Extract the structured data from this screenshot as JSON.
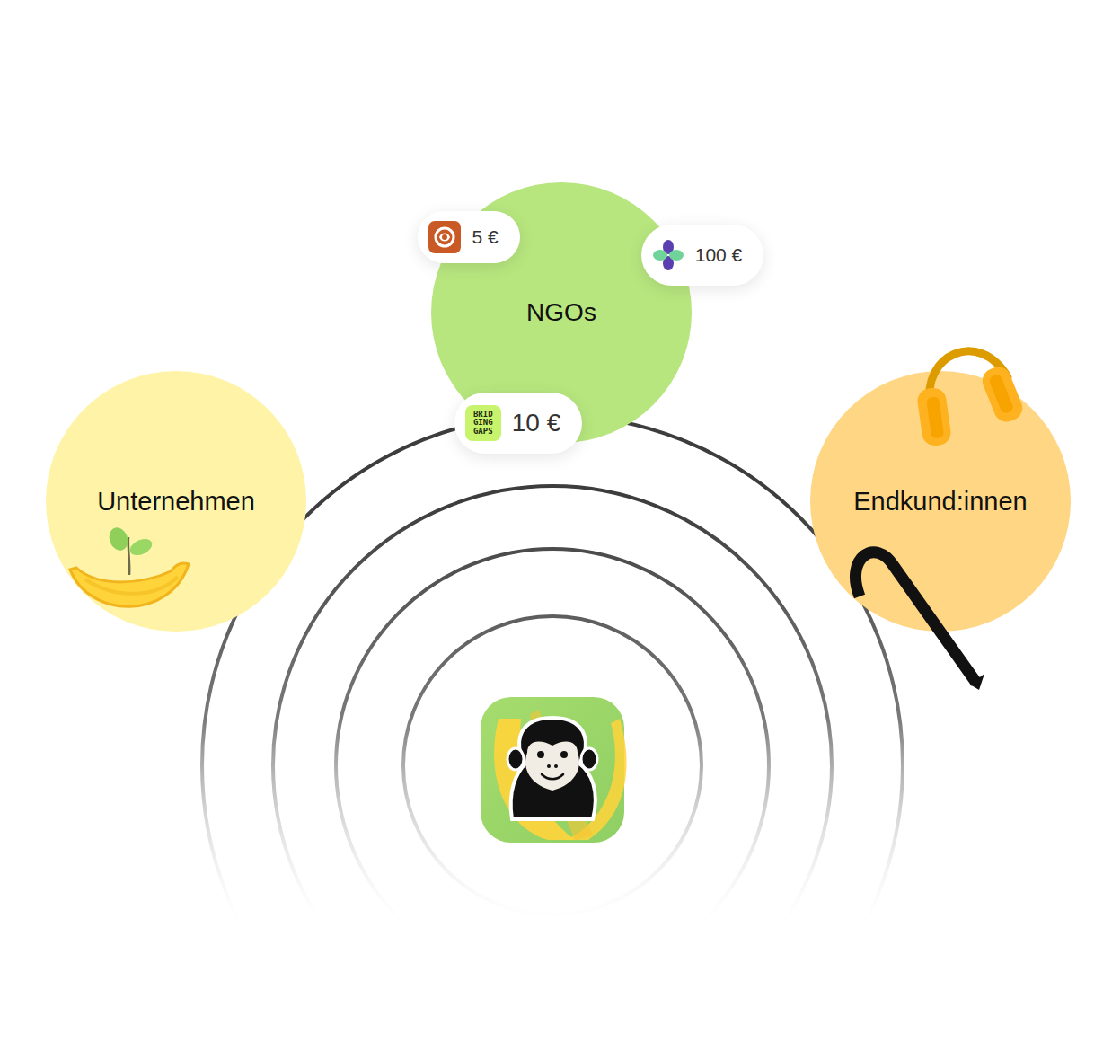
{
  "diagram": {
    "nodes": [
      {
        "text": [
          "5 €"
        ]
      },
      {
        "text": [
          "100 €"
        ]
      },
      {
        "text": [
          "NGOs"
        ]
      },
      {
        "text": [
          "BRID GING GAPS",
          "10 €"
        ]
      },
      {
        "text": [
          "Unternehmen"
        ]
      },
      {
        "text": [
          "Endkund:innen"
        ]
      }
    ]
  }
}
